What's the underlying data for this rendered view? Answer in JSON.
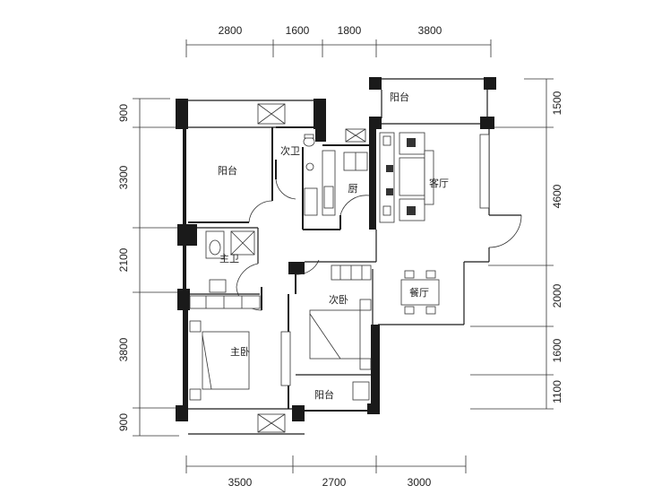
{
  "dimensions": {
    "top": [
      "2800",
      "1600",
      "1800",
      "3800"
    ],
    "bottom": [
      "3500",
      "2700",
      "3000"
    ],
    "left": [
      "900",
      "3300",
      "2100",
      "3800",
      "900"
    ],
    "right": [
      "1500",
      "4600",
      "2000",
      "1600",
      "1100"
    ]
  },
  "rooms": {
    "balcony_top_right": "阳台",
    "balcony_left": "阳台",
    "balcony_bottom": "阳台",
    "second_bath": "次卫",
    "kitchen": "厨",
    "living_room": "客厅",
    "master_bath": "主卫",
    "second_bedroom": "次卧",
    "dining_room": "餐厅",
    "master_bedroom": "主卧"
  }
}
